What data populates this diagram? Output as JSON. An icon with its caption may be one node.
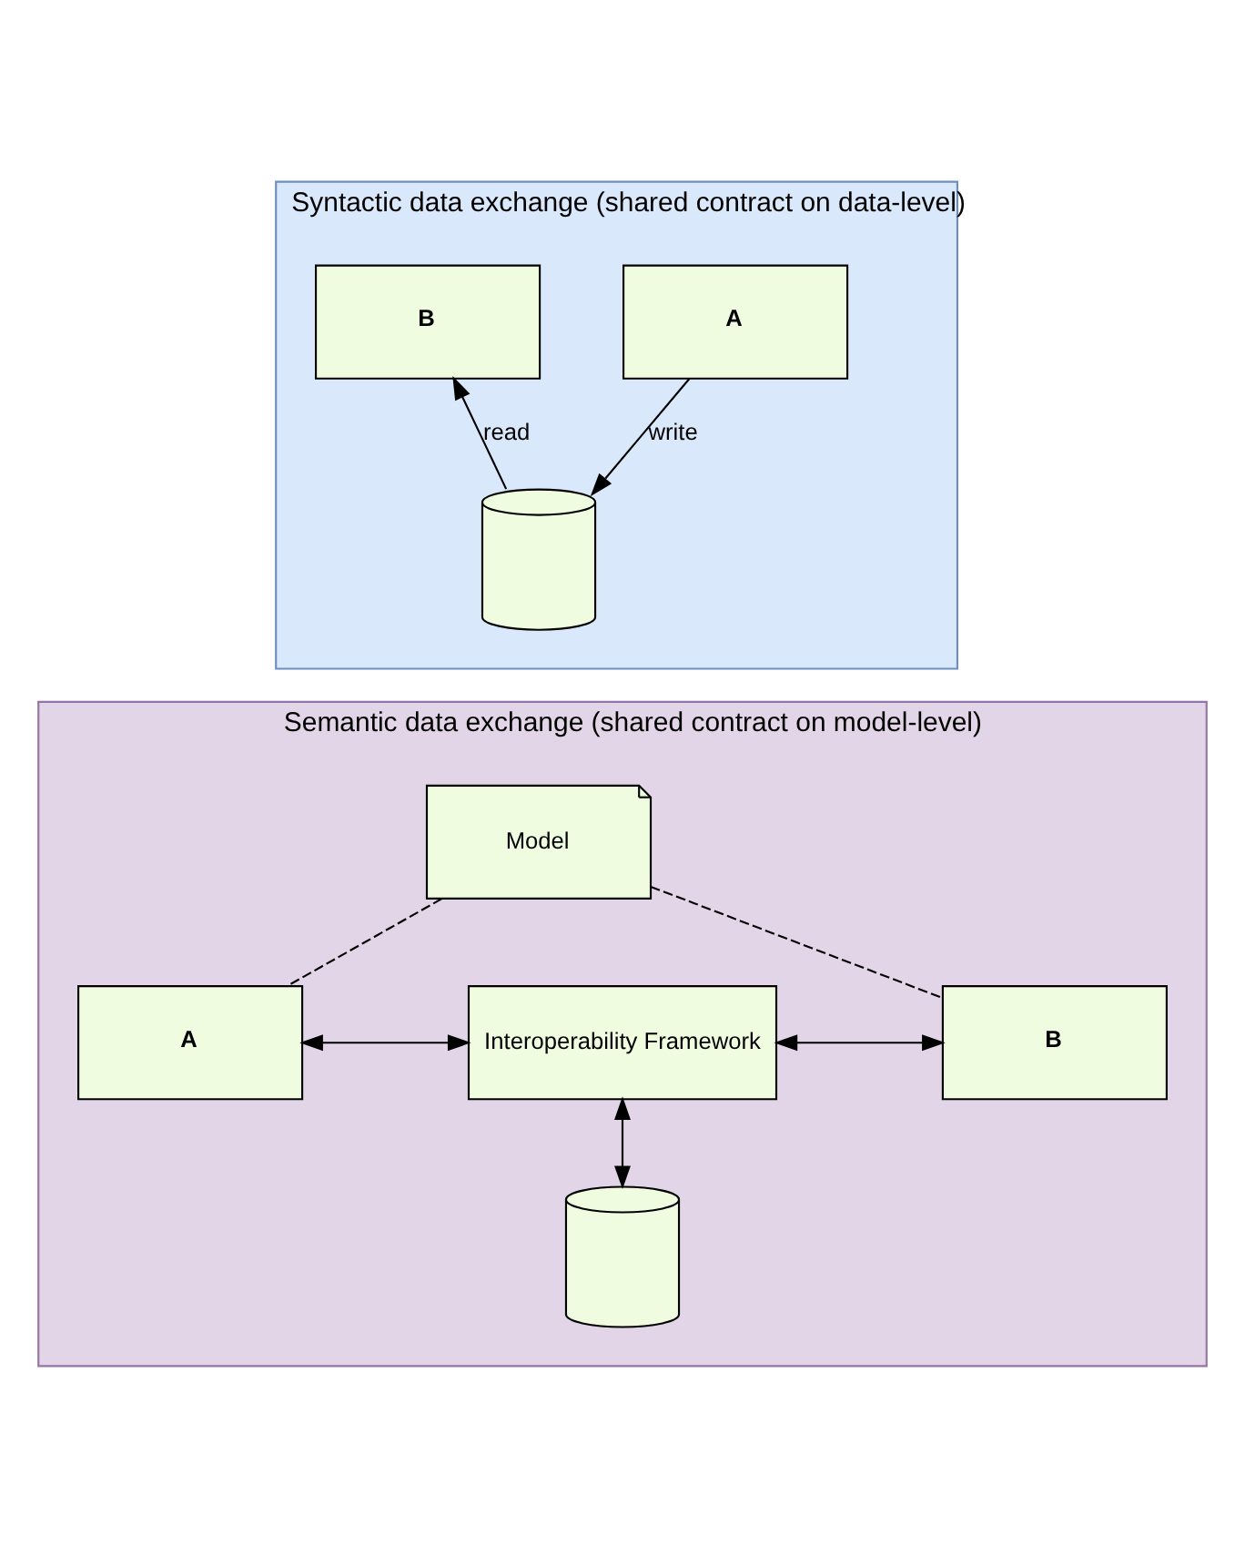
{
  "diagram": {
    "nodes": [
      {
        "text": [
          "Syntactic data exchange (shared contract on data-level)"
        ]
      },
      {
        "text": [
          "A"
        ],
        "in": 0
      },
      {
        "text": [
          "B"
        ],
        "in": 0
      },
      {
        "text": [],
        "shape": "cylinder",
        "in": 0
      },
      {
        "text": [
          "Semantic data exchange (shared contract on model-level)"
        ]
      },
      {
        "text": [
          "Model"
        ],
        "in": 4
      },
      {
        "text": [
          "A"
        ],
        "in": 4
      },
      {
        "text": [
          "Interoperability Framework"
        ],
        "in": 4
      },
      {
        "text": [
          "B"
        ],
        "in": 4
      },
      {
        "text": [],
        "shape": "cylinder",
        "in": 4
      }
    ],
    "edges": [
      {
        "from": 1,
        "to": 3,
        "arrow": "to",
        "label": "write"
      },
      {
        "from": 3,
        "to": 2,
        "arrow": "to",
        "label": "read"
      },
      {
        "from": 5,
        "to": 6,
        "arrow": "none",
        "style": "dashed"
      },
      {
        "from": 5,
        "to": 8,
        "arrow": "none",
        "style": "dashed"
      },
      {
        "from": 6,
        "to": 7,
        "arrow": "both"
      },
      {
        "from": 7,
        "to": 8,
        "arrow": "both"
      },
      {
        "from": 7,
        "to": 9,
        "arrow": "both"
      }
    ]
  }
}
